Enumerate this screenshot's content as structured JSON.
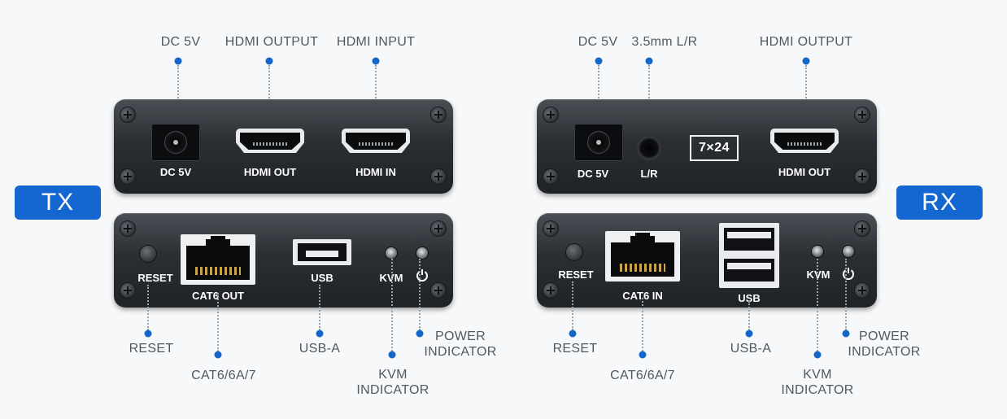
{
  "tx": {
    "tag": "TX",
    "top_callouts": {
      "dc": "DC 5V",
      "hdmi_out": "HDMI OUTPUT",
      "hdmi_in": "HDMI INPUT"
    },
    "front_labels": {
      "dc": "DC 5V",
      "hdmi_out": "HDMI OUT",
      "hdmi_in": "HDMI IN"
    },
    "back_labels": {
      "reset": "RESET",
      "cat": "CAT6 OUT",
      "usb": "USB",
      "kvm": "KVM"
    },
    "bottom_callouts": {
      "reset": "RESET",
      "cat": "CAT6/6A/7",
      "usb": "USB-A",
      "kvm_line1": "KVM",
      "kvm_line2": "INDICATOR",
      "power_line1": "POWER",
      "power_line2": "INDICATOR"
    }
  },
  "rx": {
    "tag": "RX",
    "top_callouts": {
      "dc": "DC 5V",
      "audio": "3.5mm L/R",
      "hdmi_out": "HDMI OUTPUT"
    },
    "front_labels": {
      "dc": "DC 5V",
      "audio": "L/R",
      "badge": "7×24",
      "hdmi_out": "HDMI OUT"
    },
    "back_labels": {
      "reset": "RESET",
      "cat": "CAT6 IN",
      "usb": "USB",
      "kvm": "KVM"
    },
    "bottom_callouts": {
      "reset": "RESET",
      "cat": "CAT6/6A/7",
      "usb": "USB-A",
      "kvm_line1": "KVM",
      "kvm_line2": "INDICATOR",
      "power_line1": "POWER",
      "power_line2": "INDICATOR"
    }
  },
  "colors": {
    "accent": "#1466c8",
    "panel": "#2b2f34",
    "callout_text": "#505860",
    "background": "#f7f8f9"
  },
  "icons": [
    "screw-icon",
    "power-icon"
  ]
}
